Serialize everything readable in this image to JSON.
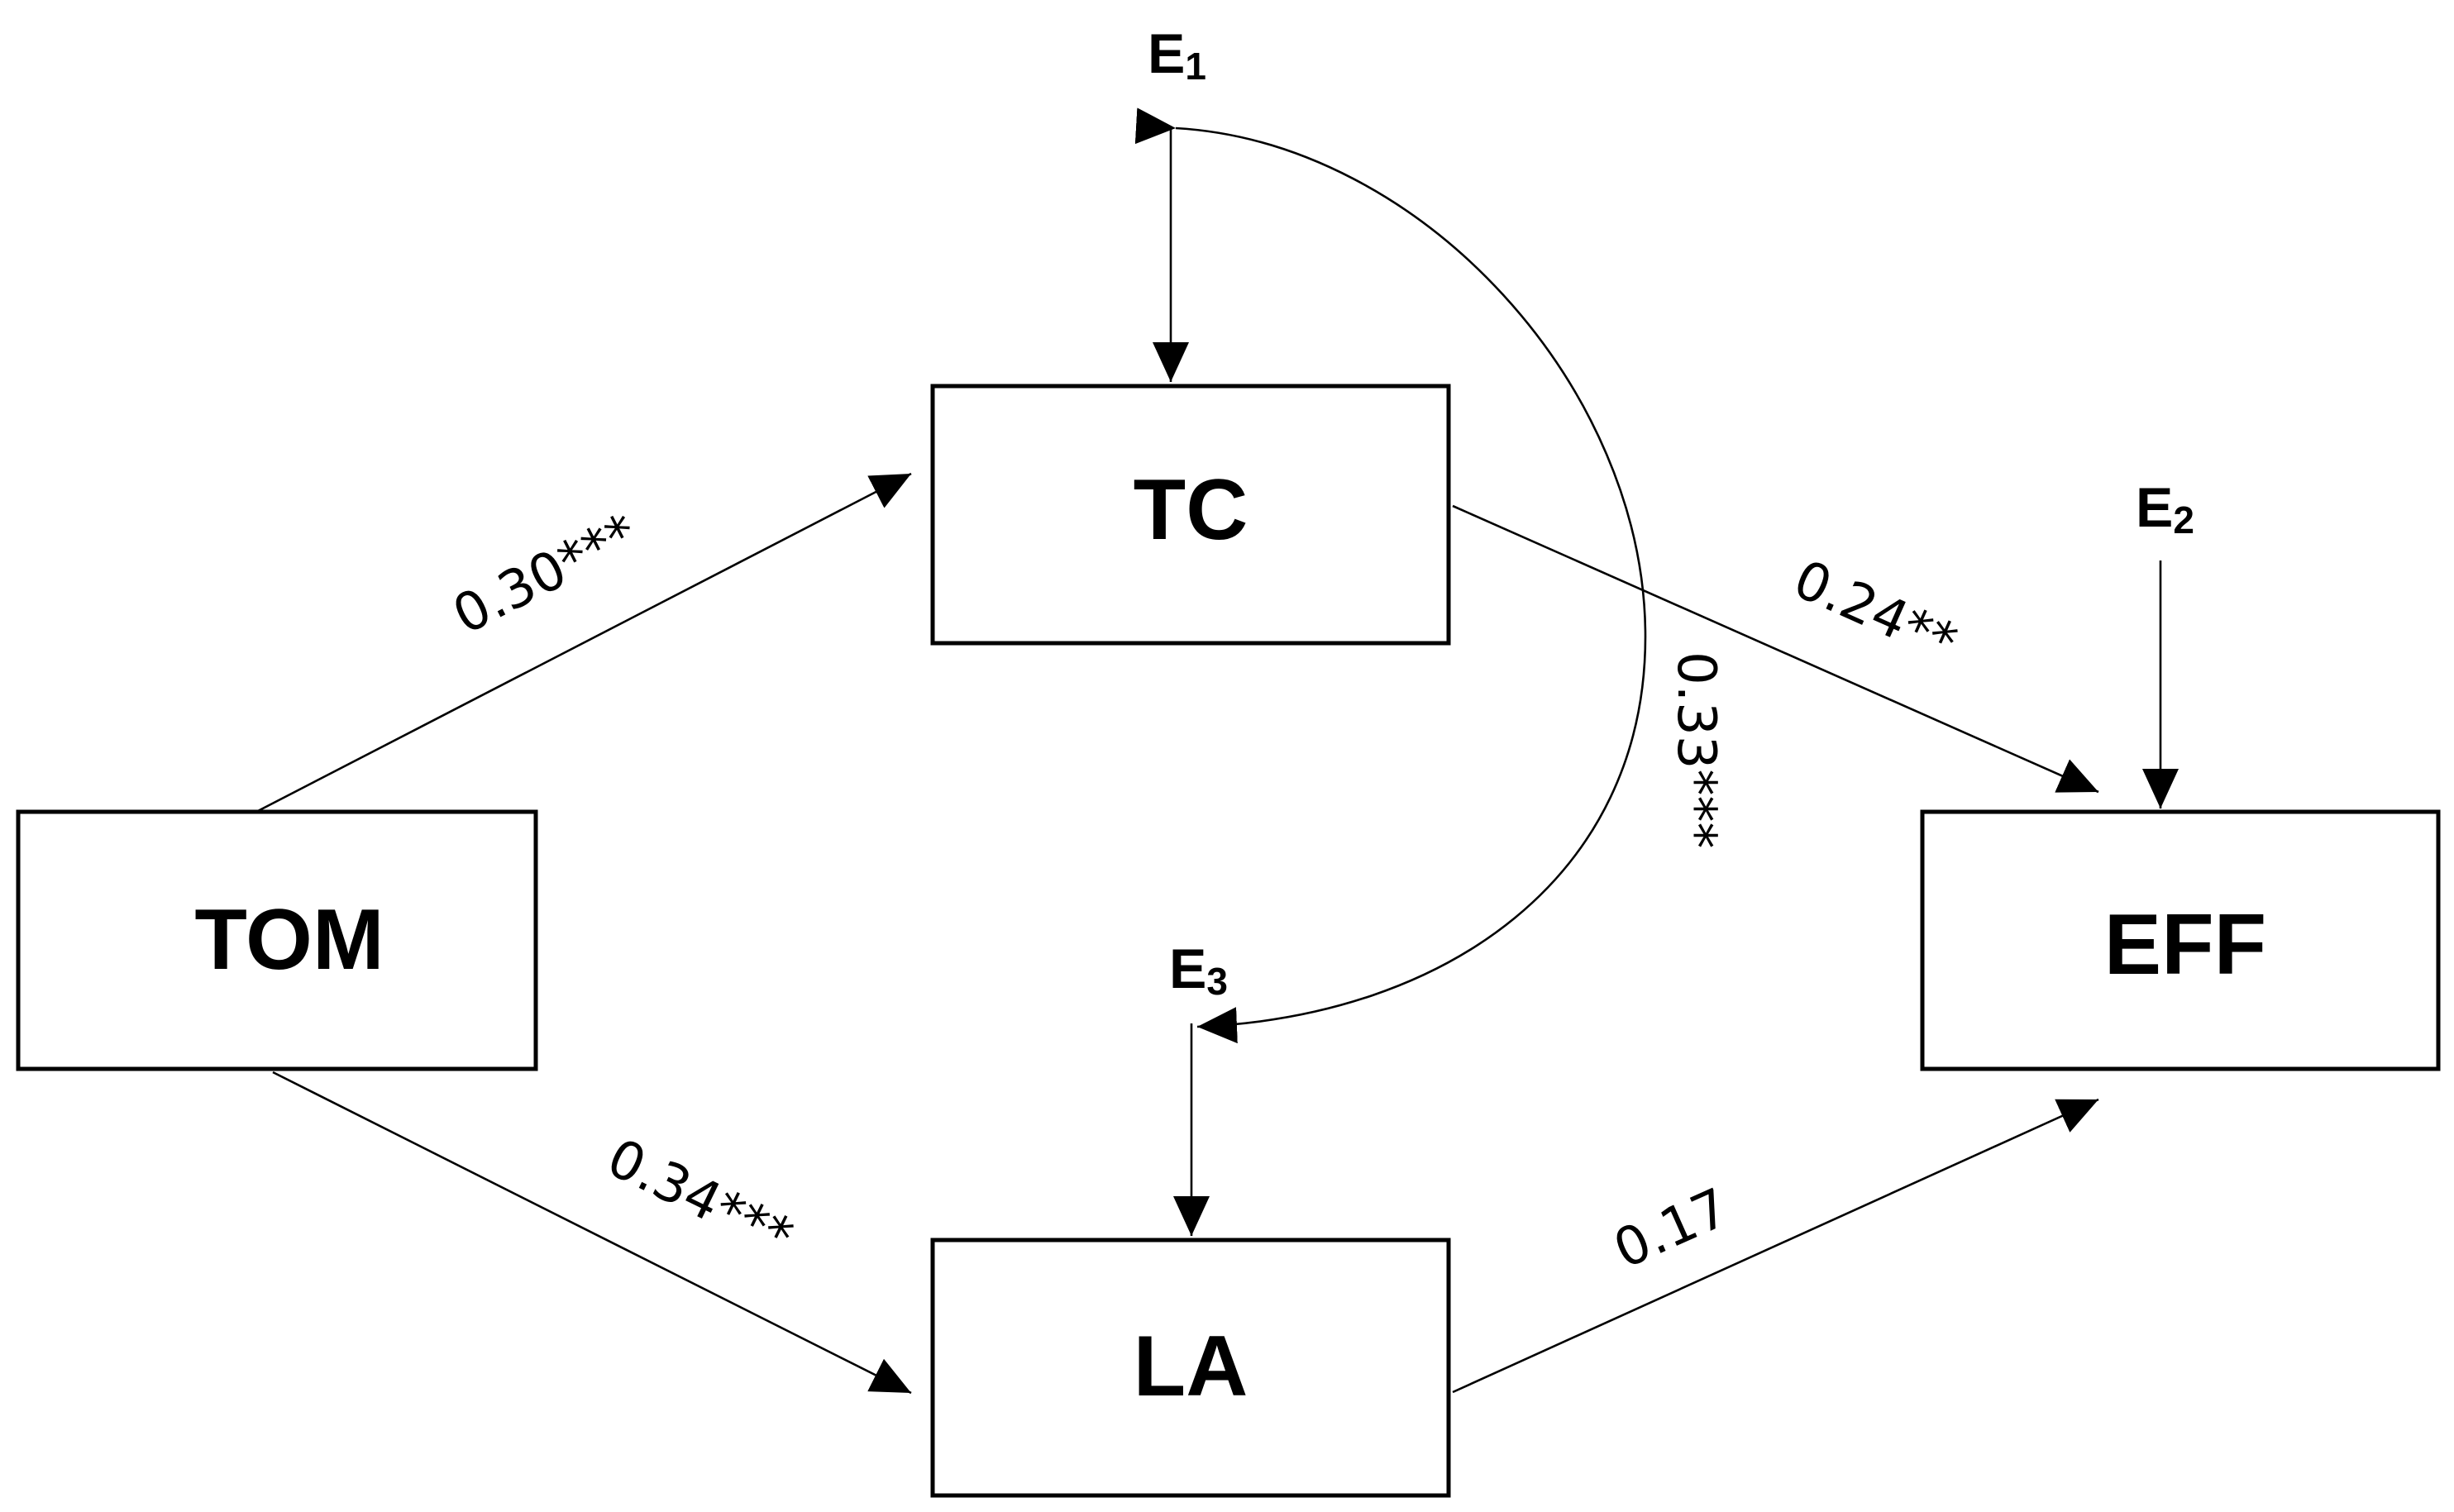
{
  "nodes": {
    "tom": "TOM",
    "tc": "TC",
    "la": "LA",
    "eff": "EFF"
  },
  "errors": {
    "e1": {
      "letter": "E",
      "sub": "1"
    },
    "e2": {
      "letter": "E",
      "sub": "2"
    },
    "e3": {
      "letter": "E",
      "sub": "3"
    }
  },
  "coefficients": {
    "tom_tc": "0.30***",
    "tom_la": "0.34***",
    "tc_eff": "0.24**",
    "la_eff": "0.17",
    "e1_e3": "0.33***"
  }
}
